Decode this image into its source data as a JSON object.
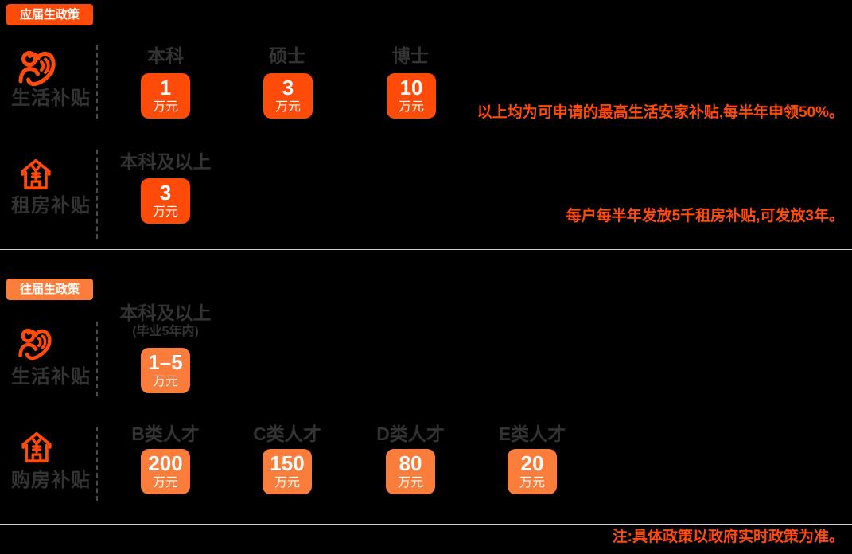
{
  "colors": {
    "primary": "#FF4B0A",
    "secondary": "#FA7D3C",
    "dark_text": "#333333",
    "divider": "#CFCFCF",
    "dash_line": "#4A4A4A"
  },
  "fresh_section": {
    "tag": "应届生政策",
    "rows": [
      {
        "label": "生活补贴",
        "icon": "people-heart-care-icon",
        "columns": [
          {
            "header": "本科",
            "value": "1",
            "unit": "万元"
          },
          {
            "header": "硕士",
            "value": "3",
            "unit": "万元"
          },
          {
            "header": "博士",
            "value": "10",
            "unit": "万元"
          }
        ],
        "note": "以上均为可申请的最高生活安家补贴,每半年申领50%。"
      },
      {
        "label": "租房补贴",
        "icon": "house-yuan-icon",
        "columns": [
          {
            "header": "本科及以上",
            "value": "3",
            "unit": "万元"
          }
        ],
        "note": "每户每半年发放5千租房补贴,可发放3年。"
      }
    ]
  },
  "previous_section": {
    "tag": "往届生政策",
    "rows": [
      {
        "label": "生活补贴",
        "icon": "people-heart-care-icon",
        "columns": [
          {
            "header": "本科及以上",
            "subheader": "(毕业5年内)",
            "value": "1–5",
            "unit": "万元"
          }
        ]
      },
      {
        "label": "购房补贴",
        "icon": "house-yuan-icon",
        "columns": [
          {
            "header": "B类人才",
            "value": "200",
            "unit": "万元"
          },
          {
            "header": "C类人才",
            "value": "150",
            "unit": "万元"
          },
          {
            "header": "D类人才",
            "value": "80",
            "unit": "万元"
          },
          {
            "header": "E类人才",
            "value": "20",
            "unit": "万元"
          }
        ]
      }
    ]
  },
  "footer_note": "注:具体政策以政府实时政策为准。"
}
